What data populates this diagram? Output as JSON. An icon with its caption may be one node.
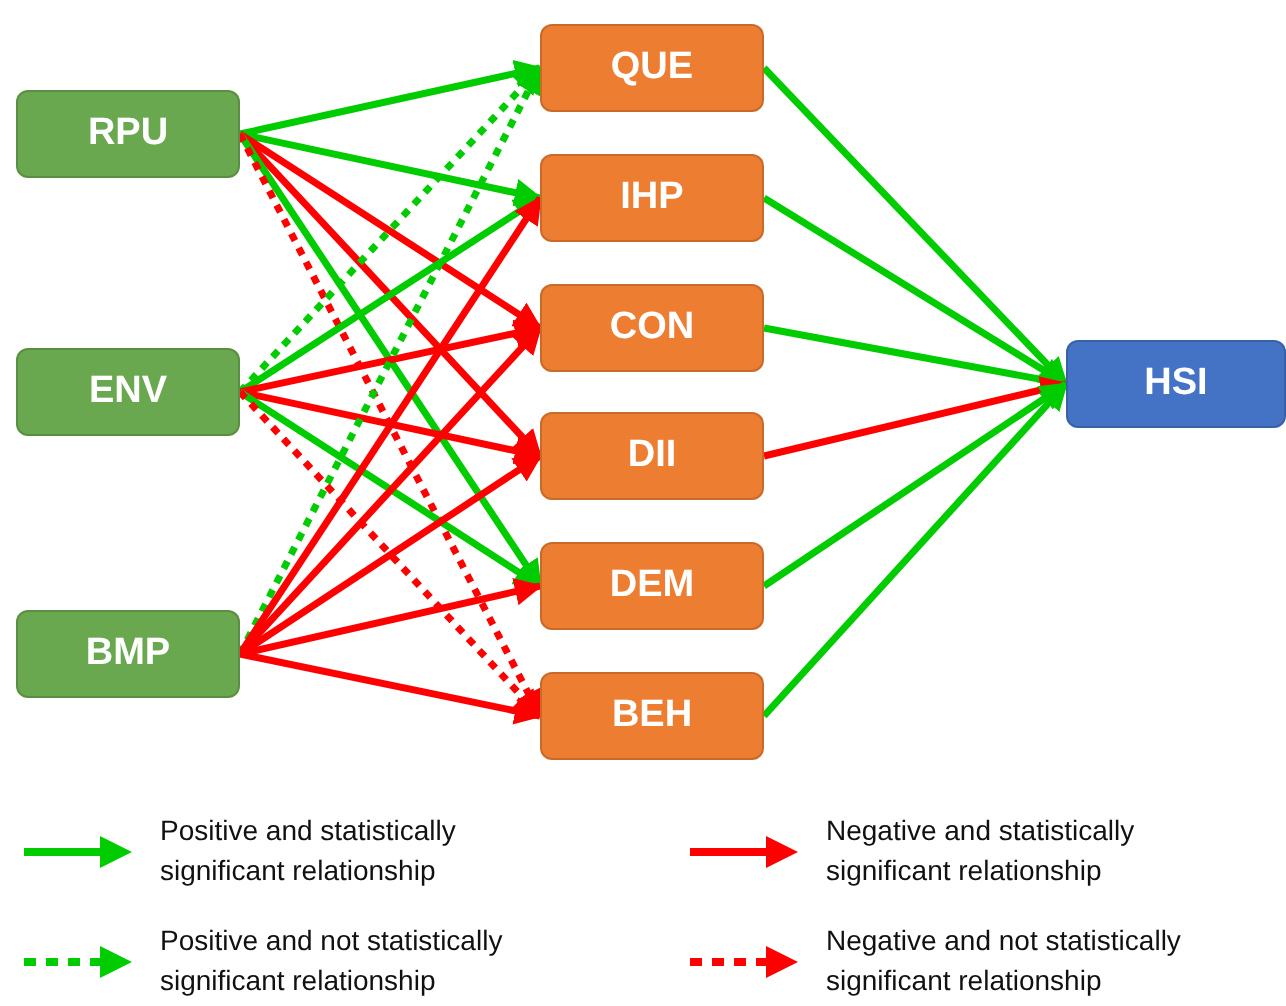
{
  "diagram": {
    "nodes": [
      {
        "text": [
          "RPU"
        ]
      },
      {
        "text": [
          "ENV"
        ]
      },
      {
        "text": [
          "BMP"
        ]
      },
      {
        "text": [
          "QUE"
        ]
      },
      {
        "text": [
          "IHP"
        ]
      },
      {
        "text": [
          "CON"
        ]
      },
      {
        "text": [
          "DII"
        ]
      },
      {
        "text": [
          "DEM"
        ]
      },
      {
        "text": [
          "BEH"
        ]
      },
      {
        "text": [
          "HSI"
        ]
      }
    ],
    "edges": [
      {
        "from": 0,
        "to": 3,
        "arrow": "to",
        "color": "#00cc00"
      },
      {
        "from": 0,
        "to": 4,
        "arrow": "to",
        "color": "#00cc00"
      },
      {
        "from": 0,
        "to": 5,
        "arrow": "to",
        "color": "#ff0000"
      },
      {
        "from": 0,
        "to": 6,
        "arrow": "to",
        "color": "#ff0000"
      },
      {
        "from": 0,
        "to": 7,
        "arrow": "to",
        "color": "#00cc00"
      },
      {
        "from": 0,
        "to": 8,
        "arrow": "to",
        "color": "#ff0000",
        "style": "dashed"
      },
      {
        "from": 1,
        "to": 3,
        "arrow": "to",
        "color": "#00cc00",
        "style": "dashed"
      },
      {
        "from": 1,
        "to": 4,
        "arrow": "to",
        "color": "#00cc00"
      },
      {
        "from": 1,
        "to": 5,
        "arrow": "to",
        "color": "#ff0000"
      },
      {
        "from": 1,
        "to": 6,
        "arrow": "to",
        "color": "#ff0000"
      },
      {
        "from": 1,
        "to": 7,
        "arrow": "to",
        "color": "#00cc00"
      },
      {
        "from": 1,
        "to": 8,
        "arrow": "to",
        "color": "#ff0000",
        "style": "dashed"
      },
      {
        "from": 2,
        "to": 3,
        "arrow": "to",
        "color": "#00cc00",
        "style": "dashed"
      },
      {
        "from": 2,
        "to": 4,
        "arrow": "to",
        "color": "#ff0000"
      },
      {
        "from": 2,
        "to": 5,
        "arrow": "to",
        "color": "#ff0000"
      },
      {
        "from": 2,
        "to": 6,
        "arrow": "to",
        "color": "#ff0000"
      },
      {
        "from": 2,
        "to": 7,
        "arrow": "to",
        "color": "#ff0000"
      },
      {
        "from": 2,
        "to": 8,
        "arrow": "to",
        "color": "#ff0000"
      },
      {
        "from": 3,
        "to": 9,
        "arrow": "to",
        "color": "#00cc00"
      },
      {
        "from": 4,
        "to": 9,
        "arrow": "to",
        "color": "#00cc00"
      },
      {
        "from": 5,
        "to": 9,
        "arrow": "to",
        "color": "#00cc00"
      },
      {
        "from": 6,
        "to": 9,
        "arrow": "to",
        "color": "#ff0000"
      },
      {
        "from": 7,
        "to": 9,
        "arrow": "to",
        "color": "#00cc00"
      },
      {
        "from": 8,
        "to": 9,
        "arrow": "to",
        "color": "#00cc00"
      }
    ],
    "legend": [
      {
        "text": "Positive and statistically significant relationship"
      },
      {
        "text": "Negative and statistically significant relationship"
      },
      {
        "text": "Positive and not statistically significant relationship"
      },
      {
        "text": "Negative and not statistically significant relationship"
      }
    ]
  }
}
